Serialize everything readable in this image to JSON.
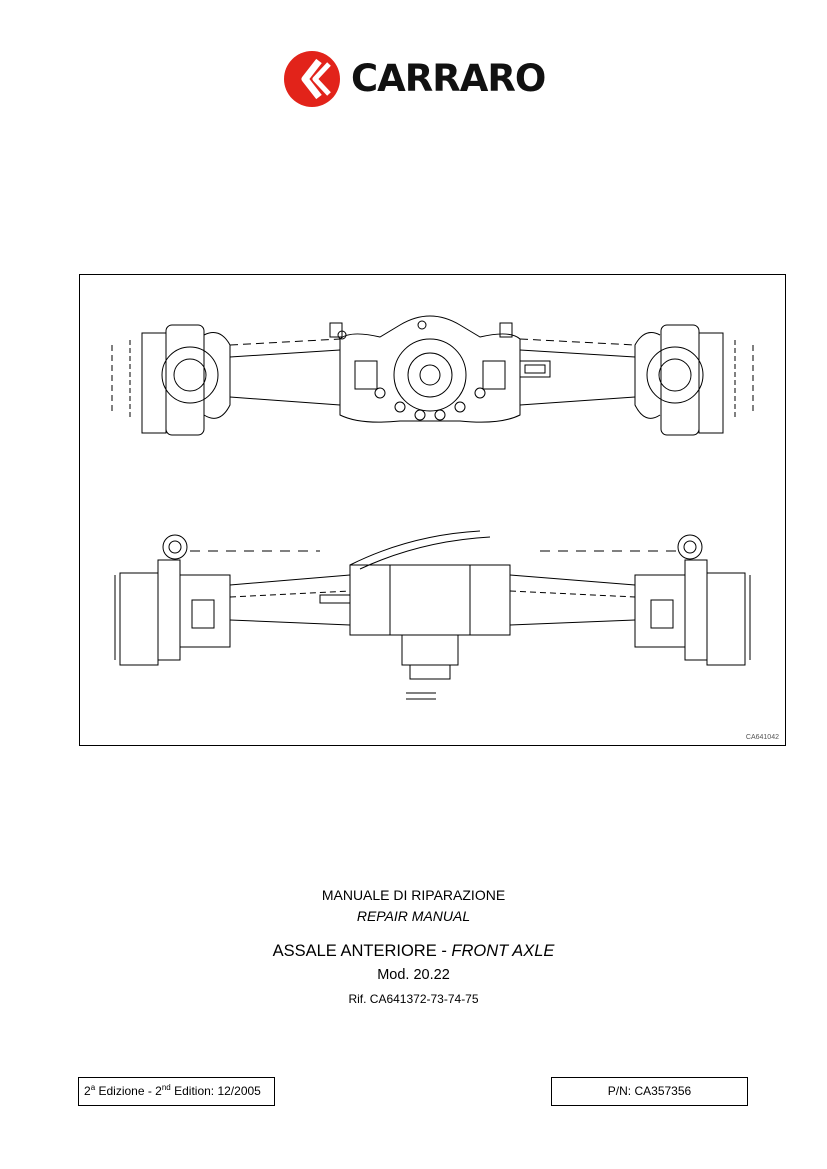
{
  "brand": {
    "name": "CARRARO",
    "colors": {
      "logo_red": "#e2231a",
      "text": "#111111"
    }
  },
  "drawing": {
    "code": "CA641042",
    "icons": [
      "front-axle-top-view-drawing",
      "front-axle-rear-view-drawing"
    ]
  },
  "titles": {
    "it_manual": "MANUALE DI RIPARAZIONE",
    "en_manual": "REPAIR MANUAL",
    "axle_it": "ASSALE ANTERIORE - ",
    "axle_en": "FRONT AXLE",
    "model": "Mod. 20.22",
    "ref": "Rif. CA641372-73-74-75"
  },
  "footer": {
    "edition_num_it": "2",
    "edition_sup_it": "a",
    "edition_word_it": " Edizione - ",
    "edition_num_en": "2",
    "edition_sup_en": "nd",
    "edition_rest_en": " Edition: 12/2005",
    "part_number": "P/N: CA357356"
  }
}
